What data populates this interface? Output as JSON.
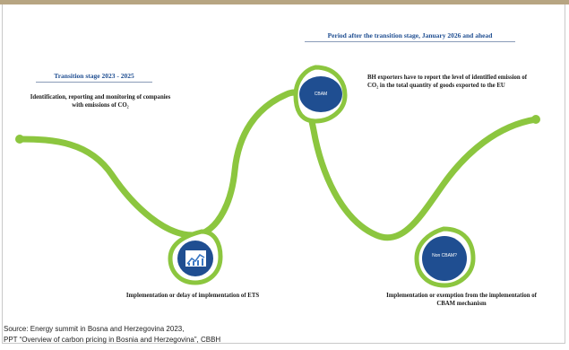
{
  "stage1": {
    "heading": "Transition stage 2023 - 2025",
    "description": "Identification, reporting and monitoring of companies with emissions of CO₂"
  },
  "stage2": {
    "heading": "Period after the transition stage, January 2026 and ahead",
    "description": "BH exporters have to report the level of identified emission of CO₂ in the total quantity of goods exported to the EU"
  },
  "nodes": {
    "cbam_label": "CBAM",
    "non_cbam_label": "Non CBAM?",
    "chart_icon": "line-chart-icon"
  },
  "captions": {
    "ets": "Implementation or delay of implementation of ETS",
    "cbam": "Implementation or exemption from the implementation of CBAM mechanism"
  },
  "source": {
    "line1": "Source: Energy summit in Bosna and Herzegovina 2023,",
    "line2": "PPT “Overview of carbon pricing in Bosnia and Herzegovina”, CBBH"
  },
  "colors": {
    "path_green": "#8cc63f",
    "node_blue": "#1f4e91",
    "heading_blue": "#1f4e91",
    "top_bar": "#b7a582"
  }
}
